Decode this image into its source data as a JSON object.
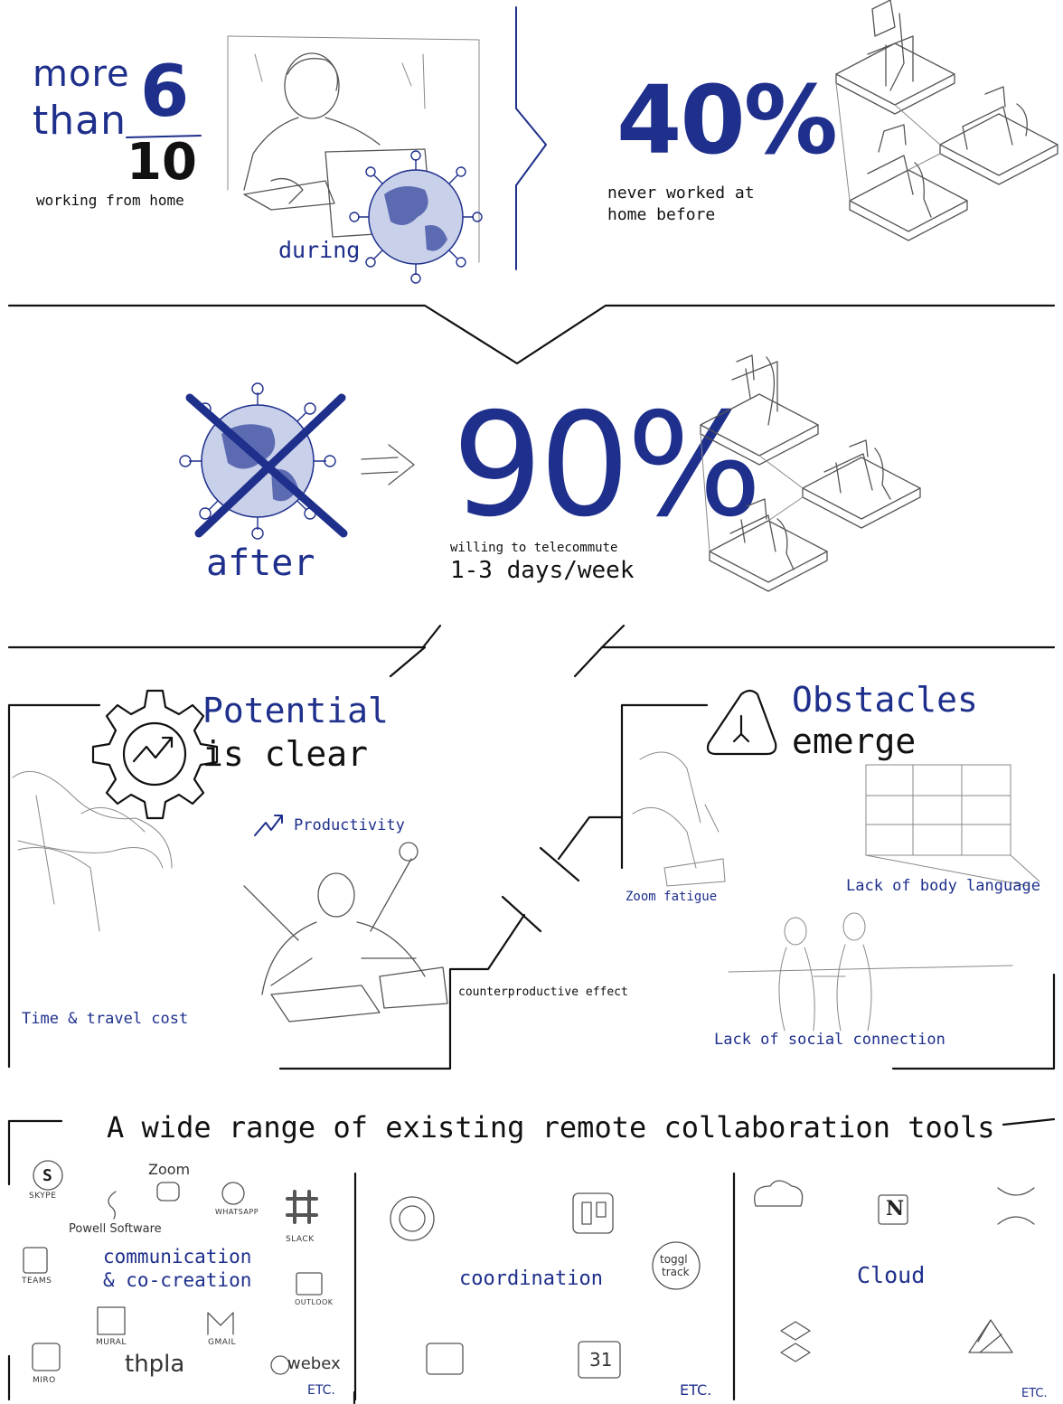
{
  "colors": {
    "accent_blue": "#1e2f8c",
    "ink": "#111111",
    "sketch": "#555555"
  },
  "section1": {
    "more": "more",
    "than": "than",
    "numerator": "6",
    "denominator": "10",
    "working_from_home": "working from home",
    "during": "during",
    "percent_never": "40%",
    "never_line1": "never worked at",
    "never_line2": "home before"
  },
  "section2": {
    "after": "after",
    "percent_willing": "90%",
    "willing_line1": "willing to telecommute",
    "willing_line2": "1-3 days/week"
  },
  "section3": {
    "potential_line1": "Potential",
    "potential_line2": "is clear",
    "productivity": "Productivity",
    "time_travel": "Time & travel cost",
    "counterproductive": "counterproductive effect",
    "obstacles_line1": "Obstacles",
    "obstacles_line2": "emerge",
    "zoom_fatigue": "Zoom fatigue",
    "body_language": "Lack of body language",
    "social_connection": "Lack of social connection"
  },
  "section4": {
    "title": "A wide range of existing remote collaboration tools",
    "communication_line1": "communication",
    "communication_line2": "& co-creation",
    "coordination": "coordination",
    "cloud": "Cloud",
    "etc": "ETC.",
    "tools": {
      "skype": "SKYPE",
      "zoom": "Zoom",
      "whatsapp": "WHATSAPP",
      "slack": "SLACK",
      "powell": "Powell Software",
      "teams": "TEAMS",
      "outlook": "OUTLOOK",
      "mural": "MURAL",
      "gmail": "GMAIL",
      "miro": "MIRO",
      "thpla": "thpla",
      "webex": "webex",
      "toggl1": "toggl",
      "toggl2": "track",
      "calendar": "31",
      "notion": "N"
    }
  }
}
